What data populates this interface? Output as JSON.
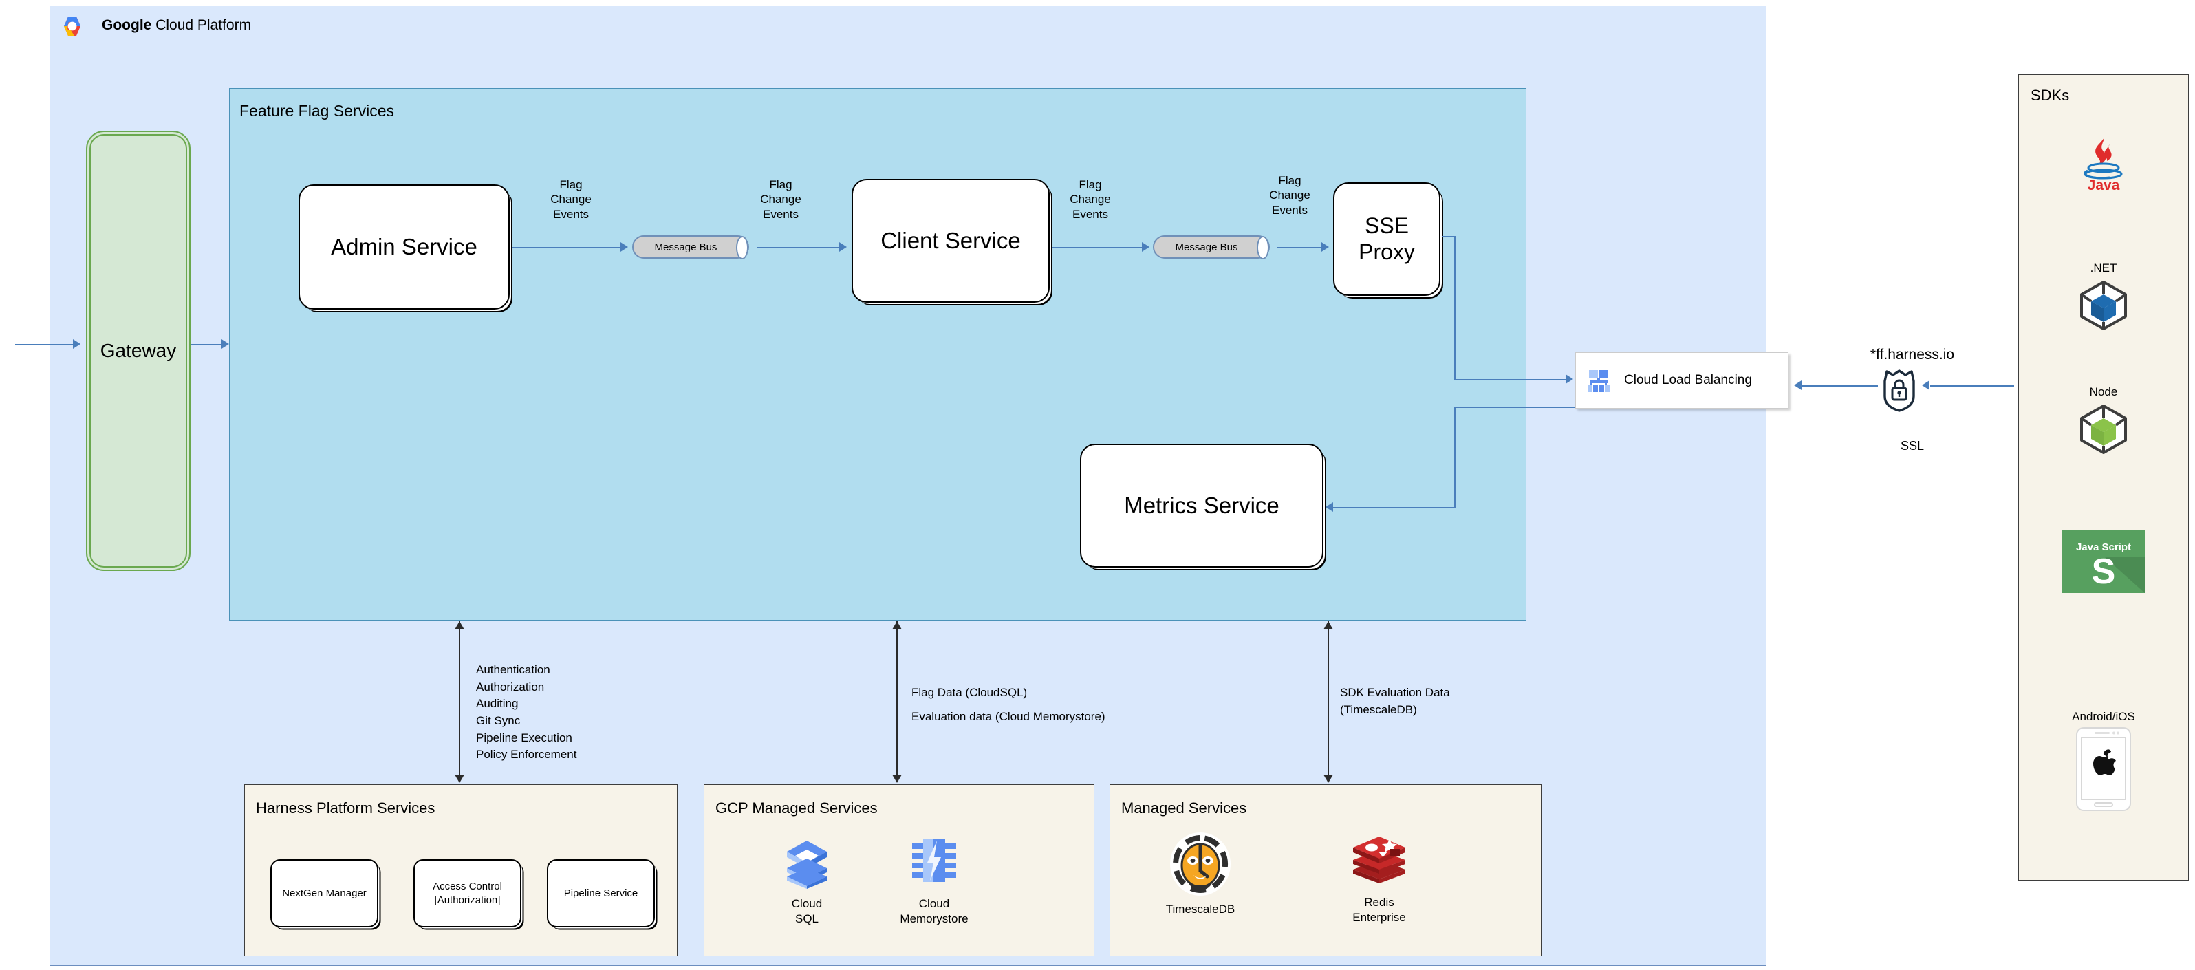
{
  "gcp": {
    "title_bold": "Google",
    "title_rest": " Cloud Platform",
    "logo_icon": "google-cloud-platform-logo"
  },
  "feature_flag_services": {
    "title": "Feature Flag Services",
    "gateway": {
      "label": "Gateway"
    },
    "services": [
      {
        "id": "admin-service",
        "label": "Admin Service"
      },
      {
        "id": "client-service",
        "label": "Client Service"
      },
      {
        "id": "sse-proxy",
        "label": "SSE\nProxy"
      },
      {
        "id": "metrics-service",
        "label": "Metrics Service"
      }
    ],
    "message_buses": [
      {
        "id": "message-bus-1",
        "label": "Message Bus"
      },
      {
        "id": "message-bus-2",
        "label": "Message Bus"
      }
    ],
    "edge_labels": [
      {
        "id": "flag-change-events-1",
        "text": "Flag\nChange\nEvents"
      },
      {
        "id": "flag-change-events-2",
        "text": "Flag\nChange\nEvents"
      },
      {
        "id": "flag-change-events-3",
        "text": "Flag\nChange\nEvents"
      },
      {
        "id": "flag-change-events-4",
        "text": "Flag\nChange\nEvents"
      }
    ]
  },
  "load_balancer": {
    "label": "Cloud Load Balancing",
    "icon": "cloud-load-balancing-icon"
  },
  "ssl": {
    "domain": "*ff.harness.io",
    "label": "SSL",
    "icon": "shield-lock-icon"
  },
  "sdks": {
    "title": "SDKs",
    "items": [
      {
        "id": "java",
        "label": "",
        "icon": "java-logo-icon"
      },
      {
        "id": "dotnet",
        "label": ".NET",
        "icon": "dotnet-cube-icon"
      },
      {
        "id": "node",
        "label": "Node",
        "icon": "node-cube-icon"
      },
      {
        "id": "javascript",
        "label": "",
        "icon": "javascript-logo-icon"
      },
      {
        "id": "android-ios",
        "label": "Android/iOS",
        "icon": "mobile-phone-apple-icon"
      }
    ],
    "javascript_logo_text_top": "Java Script",
    "javascript_logo_text_main": "S",
    "java_logo_text": "Java"
  },
  "annotations": [
    {
      "id": "harness-platform-annotation",
      "lines": [
        "Authentication",
        "Authorization",
        "Auditing",
        "Git Sync",
        "Pipeline Execution",
        "Policy Enforcement"
      ]
    },
    {
      "id": "gcp-managed-annotation",
      "lines": [
        "Flag Data (CloudSQL)",
        "",
        "Evaluation data (Cloud Memorystore)"
      ]
    },
    {
      "id": "managed-services-annotation",
      "lines": [
        "SDK Evaluation Data",
        "(TimescaleDB)"
      ]
    }
  ],
  "bottom_panels": [
    {
      "id": "harness-platform-services",
      "title": "Harness Platform Services",
      "services": [
        {
          "id": "nextgen-manager",
          "label": "NextGen Manager"
        },
        {
          "id": "access-control",
          "label": "Access Control\n[Authorization]"
        },
        {
          "id": "pipeline-service",
          "label": "Pipeline Service"
        }
      ]
    },
    {
      "id": "gcp-managed-services",
      "title": "GCP Managed Services",
      "services": [
        {
          "id": "cloud-sql",
          "label": "Cloud\nSQL",
          "icon": "cloud-sql-icon"
        },
        {
          "id": "cloud-memorystore",
          "label": "Cloud\nMemorystore",
          "icon": "cloud-memorystore-icon"
        }
      ]
    },
    {
      "id": "managed-services",
      "title": "Managed Services",
      "services": [
        {
          "id": "timescaledb",
          "label": "TimescaleDB",
          "icon": "timescaledb-tiger-icon"
        },
        {
          "id": "redis-enterprise",
          "label": "Redis\nEnterprise",
          "icon": "redis-logo-icon"
        }
      ]
    }
  ],
  "colors": {
    "gcp_container_bg": "#dae8fc",
    "gcp_container_border": "#6c8ebf",
    "ffs_bg": "#b1ddef",
    "ffs_border": "#4a92b8",
    "gateway_bg": "#d5e8d4",
    "gateway_border": "#6aa84f",
    "panel_bg": "#f7f3e9",
    "panel_border": "#3d3d3d",
    "arrow_blue": "#4a7ebb",
    "message_bus_bg": "#d0d0d0",
    "message_bus_border": "#7090b8"
  }
}
